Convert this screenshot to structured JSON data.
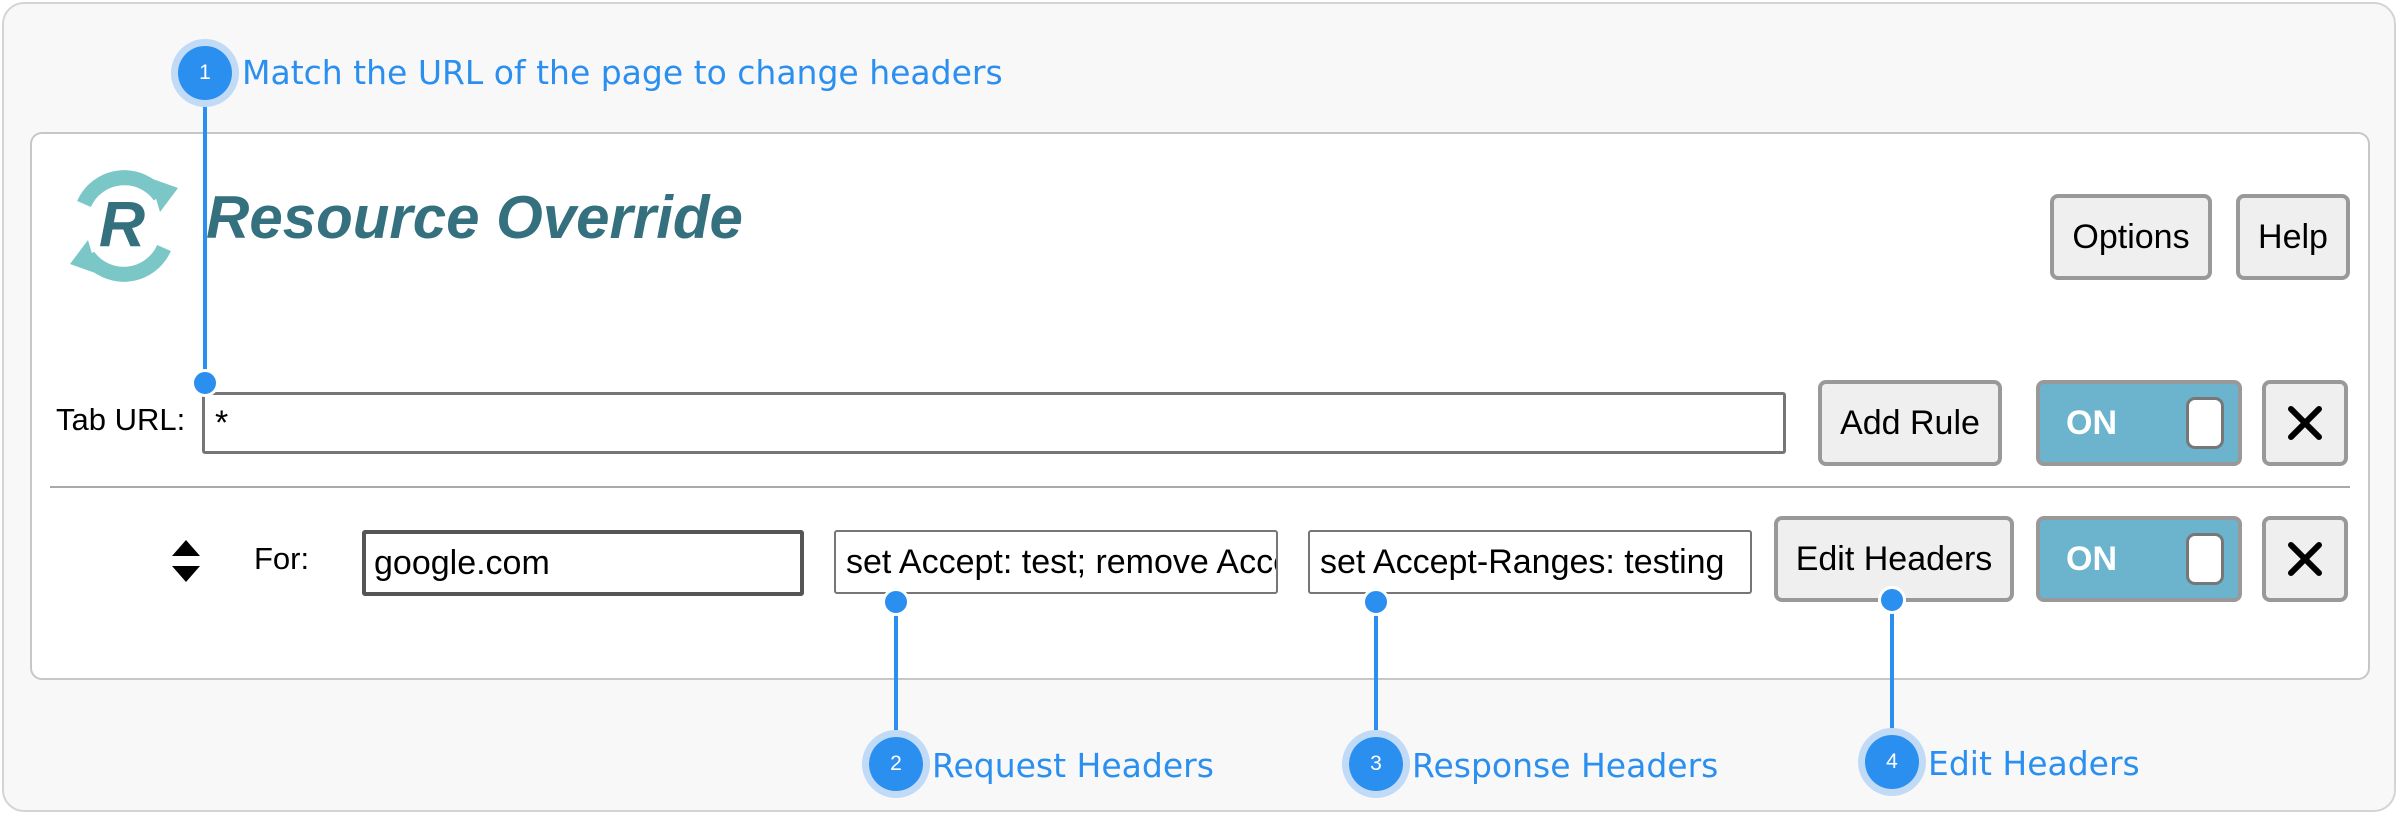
{
  "app": {
    "title": "Resource Override",
    "options_label": "Options",
    "help_label": "Help"
  },
  "tab_rule": {
    "label": "Tab URL:",
    "url_value": "*",
    "add_rule_label": "Add Rule",
    "toggle_label": "ON"
  },
  "header_rule": {
    "for_label": "For:",
    "match_value": "google.com",
    "request_headers_value": "set Accept: test; remove Accept-Ranges",
    "response_headers_value": "set Accept-Ranges: testing",
    "edit_headers_label": "Edit Headers",
    "toggle_label": "ON"
  },
  "callouts": [
    {
      "number": "1",
      "text": "Match the URL of the page to change headers"
    },
    {
      "number": "2",
      "text": "Request Headers"
    },
    {
      "number": "3",
      "text": "Response Headers"
    },
    {
      "number": "4",
      "text": "Edit Headers"
    }
  ],
  "colors": {
    "brand": "#34707e",
    "toggle_on": "#6cb4ce",
    "annotation": "#2b8ff0"
  }
}
